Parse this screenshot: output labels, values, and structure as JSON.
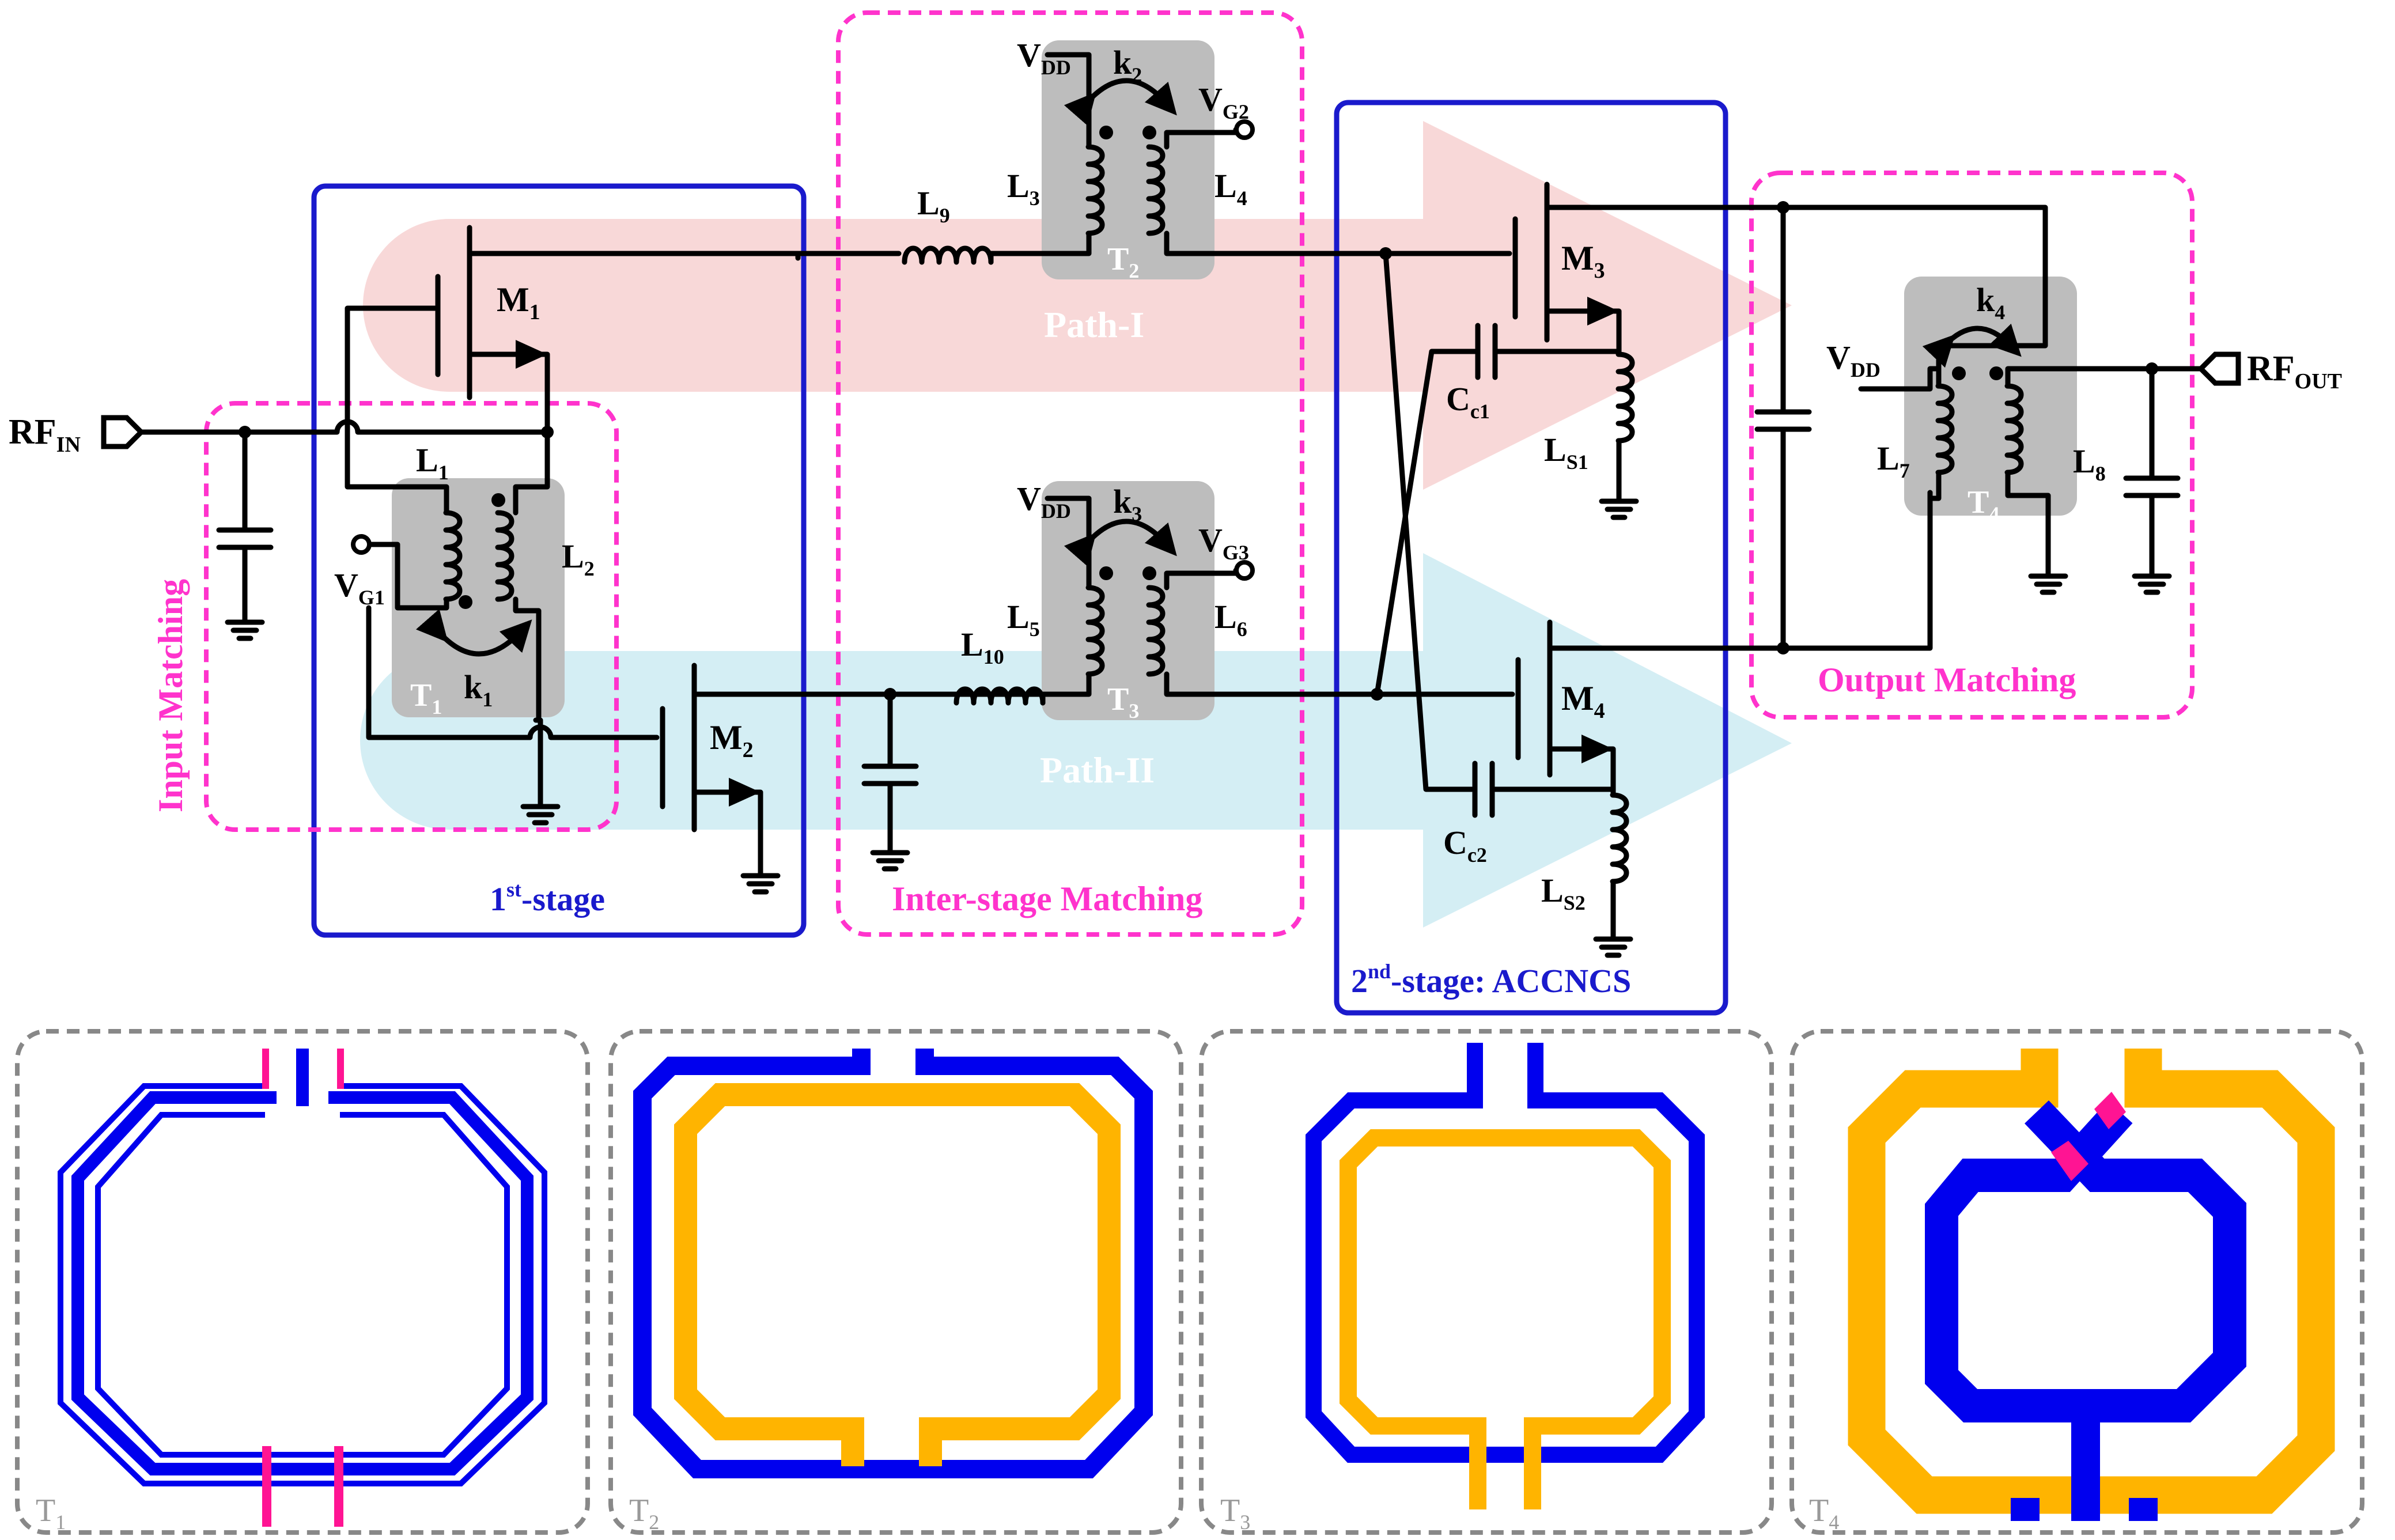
{
  "ports": {
    "rf_in": "RF",
    "rf_in_sub": "IN",
    "rf_out": "RF",
    "rf_out_sub": "OUT"
  },
  "regions": {
    "input_matching": "Input Matching",
    "first_stage": "-stage",
    "first_stage_sup": "st",
    "first_stage_num": "1",
    "inter_stage": "Inter-stage Matching",
    "second_stage_num": "2",
    "second_stage_sup": "nd",
    "second_stage": "-stage: ACCNCS",
    "output_matching": "Output Matching",
    "path_1": "Path-I",
    "path_2": "Path-II"
  },
  "components": {
    "m1": "M",
    "m1_sub": "1",
    "m2": "M",
    "m2_sub": "2",
    "m3": "M",
    "m3_sub": "3",
    "m4": "M",
    "m4_sub": "4",
    "l1": "L",
    "l1_sub": "1",
    "l2": "L",
    "l2_sub": "2",
    "l3": "L",
    "l3_sub": "3",
    "l4": "L",
    "l4_sub": "4",
    "l5": "L",
    "l5_sub": "5",
    "l6": "L",
    "l6_sub": "6",
    "l7": "L",
    "l7_sub": "7",
    "l8": "L",
    "l8_sub": "8",
    "l9": "L",
    "l9_sub": "9",
    "l10": "L",
    "l10_sub": "10",
    "ls1": "L",
    "ls1_sub": "S1",
    "ls2": "L",
    "ls2_sub": "S2",
    "cc1": "C",
    "cc1_sub": "c1",
    "cc2": "C",
    "cc2_sub": "c2",
    "k1": "k",
    "k1_sub": "1",
    "k2": "k",
    "k2_sub": "2",
    "k3": "k",
    "k3_sub": "3",
    "k4": "k",
    "k4_sub": "4",
    "t1": "T",
    "t1_sub": "1",
    "t2": "T",
    "t2_sub": "2",
    "t3": "T",
    "t3_sub": "3",
    "t4": "T",
    "t4_sub": "4",
    "vdd": "V",
    "vdd_sub": "DD",
    "vg1": "V",
    "vg1_sub": "G1",
    "vg2": "V",
    "vg2_sub": "G2",
    "vg3": "V",
    "vg3_sub": "G3"
  },
  "layouts": [
    {
      "label": "T",
      "sub": "1"
    },
    {
      "label": "T",
      "sub": "2"
    },
    {
      "label": "T",
      "sub": "3"
    },
    {
      "label": "T",
      "sub": "4"
    }
  ],
  "colors": {
    "wire": "#000000",
    "region_magenta": "#ff33cc",
    "region_blue": "#1a1acc",
    "path_1_arrow": "#f8d8d8",
    "path_2_arrow": "#d4eef4",
    "transformer_bg": "#bdbdbd",
    "metal_blue": "#0000ee",
    "metal_orange": "#ffb400",
    "via_pink": "#ff1493",
    "panel_border": "#888888"
  }
}
